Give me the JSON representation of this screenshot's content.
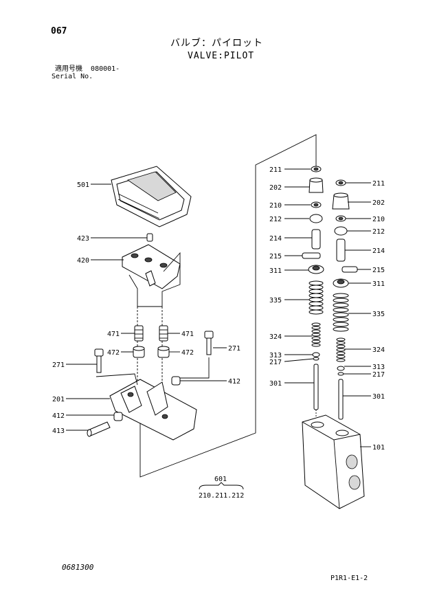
{
  "page_number": "067",
  "title_jp": "バルブ：パイロット",
  "title_en": "VALVE:PILOT",
  "serial_label_jp": "適用号機",
  "serial_value": "080001-",
  "serial_label_en": "Serial No.",
  "callouts": {
    "c211_left": "211",
    "c202_left": "202",
    "c210_left": "210",
    "c212_left": "212",
    "c214_left": "214",
    "c215_left": "215",
    "c311_left": "311",
    "c335_left": "335",
    "c324_left": "324",
    "c313_left": "313",
    "c217_left": "217",
    "c301_left": "301",
    "c211_right": "211",
    "c202_right": "202",
    "c210_right": "210",
    "c212_right": "212",
    "c214_right": "214",
    "c215_right": "215",
    "c311_right": "311",
    "c335_right": "335",
    "c324_right": "324",
    "c313_right": "313",
    "c217_right": "217",
    "c301_right": "301",
    "c101": "101",
    "c501": "501",
    "c423": "423",
    "c420": "420",
    "c471_left": "471",
    "c471_right": "471",
    "c472_left": "472",
    "c472_right": "472",
    "c271_left": "271",
    "c271_right": "271",
    "c412_right": "412",
    "c201": "201",
    "c412_left": "412",
    "c413": "413"
  },
  "kit_number": "601",
  "kit_contents": "210.211.212",
  "footer_left": "0681300",
  "footer_right": "P1R1-E1-2"
}
